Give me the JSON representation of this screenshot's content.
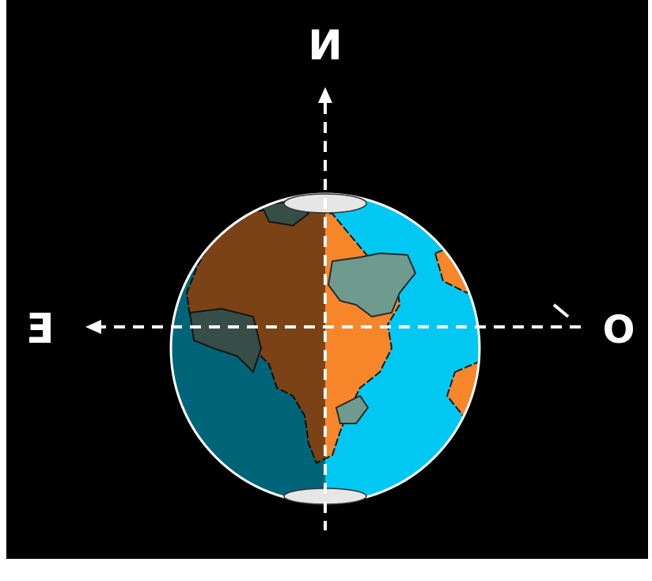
{
  "diagram": {
    "labels": {
      "north": "И",
      "east": "Ǝ",
      "west": "O"
    },
    "colors": {
      "background": "#000000",
      "frame": "#ffffff",
      "ocean_day": "#00c8f2",
      "ocean_night": "#005f73",
      "land_day": "#f7862b",
      "land_night": "#7d4414",
      "desert_day": "#6f9b8f",
      "desert_night": "#3b5a57",
      "ice_cap": "#e6e6e6",
      "axis": "#ffffff"
    }
  }
}
